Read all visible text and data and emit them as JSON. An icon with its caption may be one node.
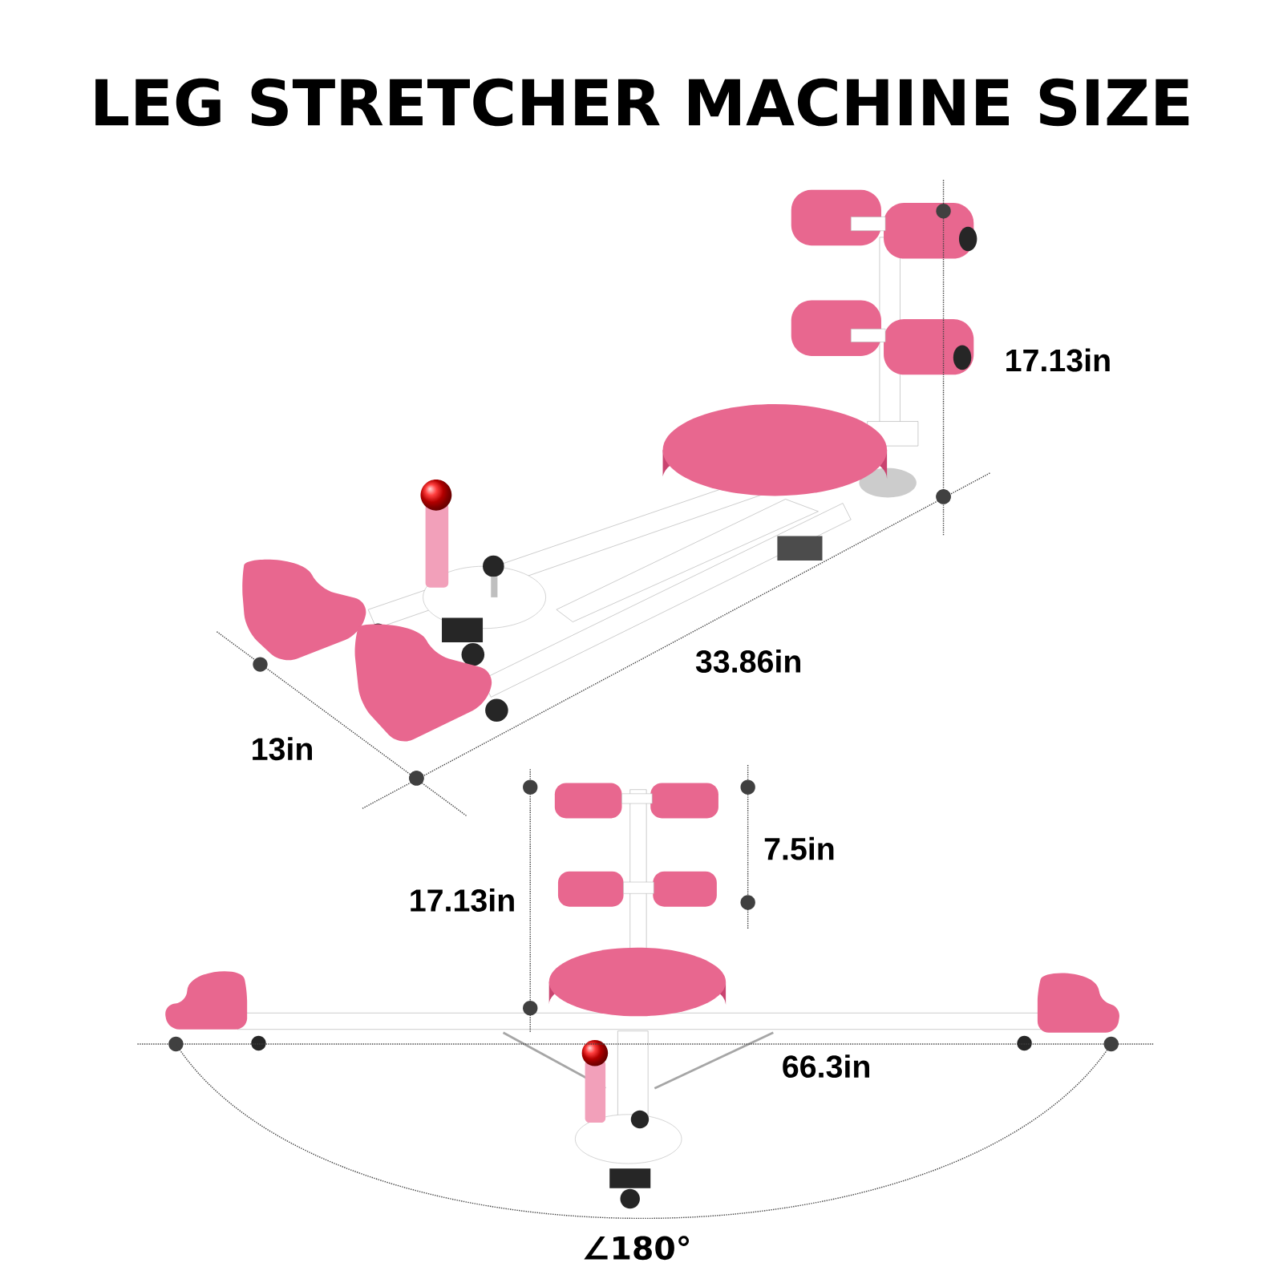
{
  "diagram": {
    "title": "LEG STRETCHER MACHINE SIZE",
    "labels": [
      "17.13in",
      "33.86in",
      "13in",
      "7.5in",
      "17.13in",
      "66.3in",
      "∠180°"
    ]
  }
}
